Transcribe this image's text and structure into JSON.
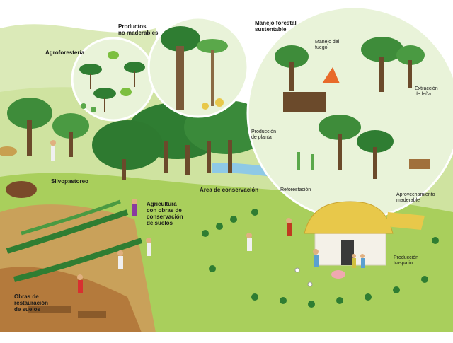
{
  "labels": {
    "productos": [
      "Productos",
      "no maderables"
    ],
    "manejo_forestal": [
      "Manejo forestal",
      "sustentable"
    ],
    "agroforesteria": "Agroforestería",
    "manejo_fuego": [
      "Manejo del",
      "fuego"
    ],
    "extraccion_lena": [
      "Extracción",
      "de leña"
    ],
    "produccion_planta": [
      "Producción",
      "de planta"
    ],
    "silvopastoreo": "Silvopastoreo",
    "area_conservacion": "Área de conservación",
    "agricultura": [
      "Agricultura",
      "con obras de",
      "conservación",
      "de suelos"
    ],
    "reforestacion": "Reforestación",
    "aprovechamiento": [
      "Aprovechamiento",
      "maderable"
    ],
    "produccion_traspatio": [
      "Producción",
      "traspatio"
    ],
    "obras_restauracion": [
      "Obras de",
      "restauración",
      "de suelos"
    ]
  },
  "colors": {
    "sky": "#ffffff",
    "meadow": "#cfe3a0",
    "grass": "#a9cf5c",
    "forest": "#2f7d32",
    "tree_light": "#5aa84a",
    "trunk": "#6b4a2b",
    "soil": "#b47a3c",
    "hut_roof": "#e8c84a",
    "hut_wall": "#f4f1e8",
    "circle_bg": "#e9f3d9"
  }
}
